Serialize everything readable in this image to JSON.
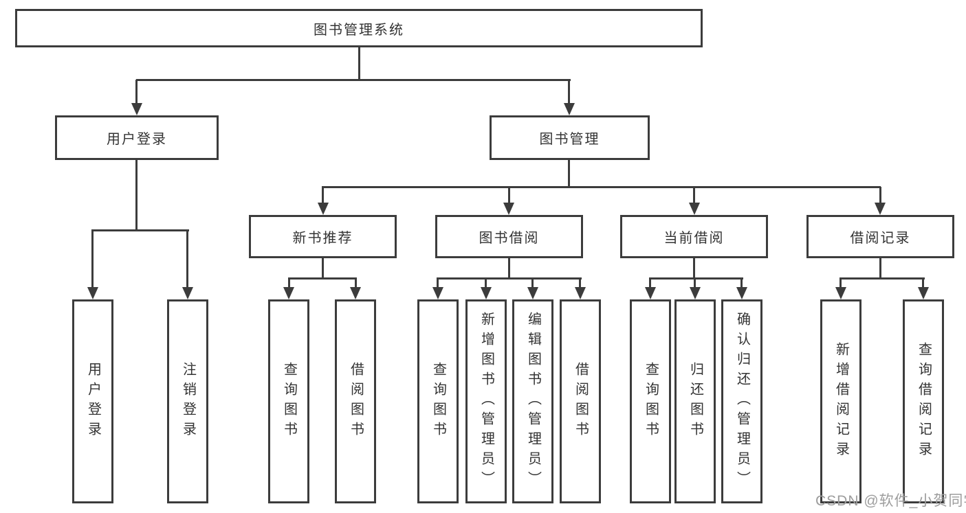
{
  "diagram": {
    "root": {
      "label": "图书管理系统"
    },
    "level1": [
      {
        "label": "用户登录"
      },
      {
        "label": "图书管理"
      }
    ],
    "level2": [
      {
        "label": "新书推荐"
      },
      {
        "label": "图书借阅"
      },
      {
        "label": "当前借阅"
      },
      {
        "label": "借阅记录"
      }
    ],
    "leaves": {
      "user_login": [
        {
          "label": "用户登录"
        },
        {
          "label": "注销登录"
        }
      ],
      "new_book_recommend": [
        {
          "label": "查询图书"
        },
        {
          "label": "借阅图书"
        }
      ],
      "book_borrow": [
        {
          "label": "查询图书"
        },
        {
          "label": "新增图书（管理员）"
        },
        {
          "label": "编辑图书（管理员）"
        },
        {
          "label": "借阅图书"
        }
      ],
      "current_borrow": [
        {
          "label": "查询图书"
        },
        {
          "label": "归还图书"
        },
        {
          "label": "确认归还（管理员）"
        }
      ],
      "borrow_records": [
        {
          "label": "新增借阅记录"
        },
        {
          "label": "查询借阅记录"
        }
      ]
    },
    "watermark": "CSDN @软件_小贺同学",
    "colors": {
      "line": "#3c3c3c",
      "text": "#333333",
      "watermark": "#9d9d9d",
      "background": "#ffffff"
    }
  }
}
